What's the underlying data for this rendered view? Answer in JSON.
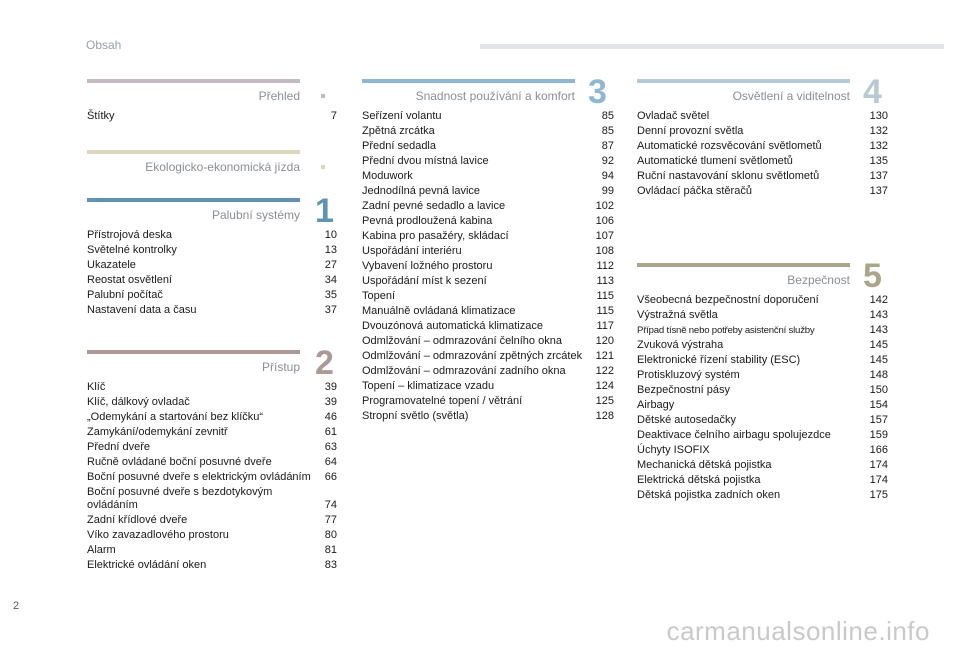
{
  "header": {
    "title": "Obsah"
  },
  "page_number": "2",
  "watermark": "carmanualsonline.info",
  "sections": {
    "prehled": {
      "title": "Přehled",
      "color": "#c5bac2",
      "entries": [
        {
          "label": "Štítky",
          "page": "7"
        }
      ]
    },
    "eko": {
      "title": "Ekologicko-ekonomická jízda",
      "color": "#ddd6be",
      "entries": []
    },
    "palubni": {
      "title": "Palubní systémy",
      "number": "1",
      "color": "#5f93b4",
      "entries": [
        {
          "label": "Přístrojová deska",
          "page": "10"
        },
        {
          "label": "Světelné kontrolky",
          "page": "13"
        },
        {
          "label": "Ukazatele",
          "page": "27"
        },
        {
          "label": "Reostat osvětlení",
          "page": "34"
        },
        {
          "label": "Palubní počítač",
          "page": "35"
        },
        {
          "label": "Nastavení data a času",
          "page": "37"
        }
      ]
    },
    "pristup": {
      "title": "Přístup",
      "number": "2",
      "color": "#ab9a98",
      "entries": [
        {
          "label": "Klíč",
          "page": "39"
        },
        {
          "label": "Klíč, dálkový ovladač",
          "page": "39"
        },
        {
          "label": "„Odemykání a startování bez klíčku“",
          "page": "46"
        },
        {
          "label": "Zamykání/odemykání zevnitř",
          "page": "61"
        },
        {
          "label": "Přední dveře",
          "page": "63"
        },
        {
          "label": "Ručně ovládané boční posuvné dveře",
          "page": "64"
        },
        {
          "label": "Boční posuvné dveře s elektrickým ovládáním",
          "page": "66"
        },
        {
          "label": "Boční posuvné dveře s bezdotykovým ovládáním",
          "page": "74"
        },
        {
          "label": "Zadní křídlové dveře",
          "page": "77"
        },
        {
          "label": "Víko zavazadlového prostoru",
          "page": "80"
        },
        {
          "label": "Alarm",
          "page": "81"
        },
        {
          "label": "Elektrické ovládání oken",
          "page": "83"
        }
      ]
    },
    "snadnost": {
      "title": "Snadnost používání a komfort",
      "number": "3",
      "color": "#8fb7d2",
      "entries": [
        {
          "label": "Seřízení volantu",
          "page": "85"
        },
        {
          "label": "Zpětná zrcátka",
          "page": "85"
        },
        {
          "label": "Přední sedadla",
          "page": "87"
        },
        {
          "label": "Přední dvou místná lavice",
          "page": "92"
        },
        {
          "label": "Moduwork",
          "page": "94"
        },
        {
          "label": "Jednodílná pevná lavice",
          "page": "99"
        },
        {
          "label": "Zadní pevné sedadlo a lavice",
          "page": "102"
        },
        {
          "label": "Pevná prodloužená kabina",
          "page": "106"
        },
        {
          "label": "Kabina pro pasažéry, skládací",
          "page": "107"
        },
        {
          "label": "Uspořádání interiéru",
          "page": "108"
        },
        {
          "label": "Vybavení ložného prostoru",
          "page": "112"
        },
        {
          "label": "Uspořádání míst k sezení",
          "page": "113"
        },
        {
          "label": "Topení",
          "page": "115"
        },
        {
          "label": "Manuálně ovládaná klimatizace",
          "page": "115"
        },
        {
          "label": "Dvouzónová automatická klimatizace",
          "page": "117"
        },
        {
          "label": "Odmlžování – odmrazování čelního okna",
          "page": "120"
        },
        {
          "label": "Odmlžování – odmrazování zpětných zrcátek",
          "page": "121"
        },
        {
          "label": "Odmlžování – odmrazování zadního okna",
          "page": "122"
        },
        {
          "label": "Topení – klimatizace vzadu",
          "page": "124"
        },
        {
          "label": "Programovatelné topení / větrání",
          "page": "125"
        },
        {
          "label": "Stropní světlo (světla)",
          "page": "128"
        }
      ]
    },
    "osvetleni": {
      "title": "Osvětlení a viditelnost",
      "number": "4",
      "color": "#b7c9d2",
      "entries": [
        {
          "label": "Ovladač světel",
          "page": "130"
        },
        {
          "label": "Denní provozní světla",
          "page": "132"
        },
        {
          "label": "Automatické rozsvěcování světlometů",
          "page": "132"
        },
        {
          "label": "Automatické tlumení světlometů",
          "page": "135"
        },
        {
          "label": "Ruční nastavování sklonu světlometů",
          "page": "137"
        },
        {
          "label": "Ovládací páčka stěračů",
          "page": "137"
        }
      ]
    },
    "bezpecnost": {
      "title": "Bezpečnost",
      "number": "5",
      "color": "#aaa48a",
      "entries": [
        {
          "label": "Všeobecná bezpečnostní doporučení",
          "page": "142"
        },
        {
          "label": "Výstražná světla",
          "page": "143"
        },
        {
          "label": "Případ tísně nebo potřeby asistenční služby",
          "page": "143"
        },
        {
          "label": "Zvuková výstraha",
          "page": "145"
        },
        {
          "label": "Elektronické řízení stability (ESC)",
          "page": "145"
        },
        {
          "label": "Protiskluzový systém",
          "page": "148"
        },
        {
          "label": "Bezpečnostní pásy",
          "page": "150"
        },
        {
          "label": "Airbagy",
          "page": "154"
        },
        {
          "label": "Dětské autosedačky",
          "page": "157"
        },
        {
          "label": "Deaktivace čelního airbagu spolujezdce",
          "page": "159"
        },
        {
          "label": "Úchyty ISOFIX",
          "page": "166"
        },
        {
          "label": "Mechanická dětská pojistka",
          "page": "174"
        },
        {
          "label": "Elektrická dětská pojistka",
          "page": "174"
        },
        {
          "label": "Dětská pojistka zadních oken",
          "page": "175"
        }
      ]
    }
  }
}
